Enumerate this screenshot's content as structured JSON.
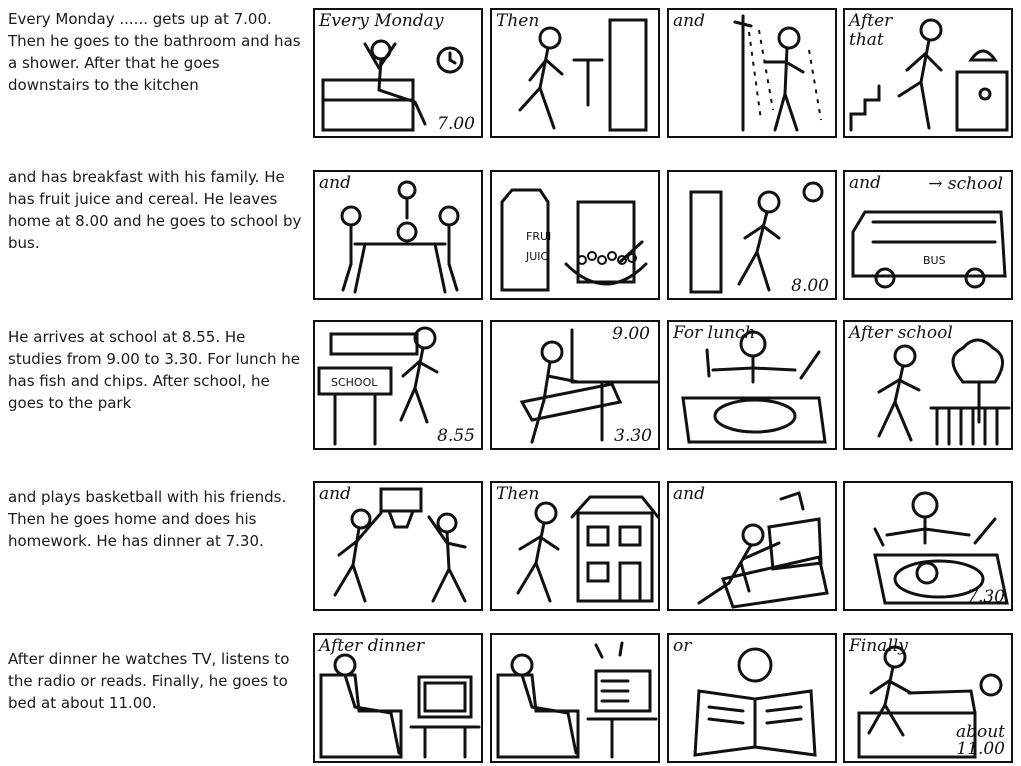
{
  "rows": [
    {
      "text": "Every Monday ...... gets up at 7.00. Then he goes to the bathroom and has a shower. After that he goes downstairs to the kitchen",
      "panels": [
        {
          "captions": [
            "Every Monday",
            "7.00"
          ]
        },
        {
          "captions": [
            "Then"
          ]
        },
        {
          "captions": [
            "and"
          ]
        },
        {
          "captions": [
            "After",
            "that"
          ]
        }
      ]
    },
    {
      "text": "and has breakfast with his family. He has fruit juice and cereal. He leaves home at 8.00 and he goes to school by bus.",
      "panels": [
        {
          "captions": [
            "and"
          ]
        },
        {
          "captions": [
            "FRUI",
            "JUIC"
          ]
        },
        {
          "captions": [
            "8.00"
          ]
        },
        {
          "captions": [
            "and",
            "→ school",
            "BUS"
          ]
        }
      ]
    },
    {
      "text": "He arrives at school at 8.55. He studies from 9.00 to 3.30. For lunch he has fish and chips. After school, he goes to the park",
      "panels": [
        {
          "captions": [
            "SCHOOL",
            "8.55"
          ]
        },
        {
          "captions": [
            "9.00",
            "3.30"
          ]
        },
        {
          "captions": [
            "For lunch"
          ]
        },
        {
          "captions": [
            "After school"
          ]
        }
      ]
    },
    {
      "text": "and plays basketball with his friends. Then he goes home and does his homework. He has dinner at 7.30.",
      "panels": [
        {
          "captions": [
            "and"
          ]
        },
        {
          "captions": [
            "Then"
          ]
        },
        {
          "captions": [
            "and"
          ]
        },
        {
          "captions": [
            "7.30"
          ]
        }
      ]
    },
    {
      "text": "After dinner he watches TV, listens to the radio or reads. Finally, he goes to bed at about 11.00.",
      "panels": [
        {
          "captions": [
            "After dinner"
          ]
        },
        {
          "captions": []
        },
        {
          "captions": [
            "or"
          ]
        },
        {
          "captions": [
            "Finally",
            "about",
            "11.00"
          ]
        }
      ]
    }
  ]
}
